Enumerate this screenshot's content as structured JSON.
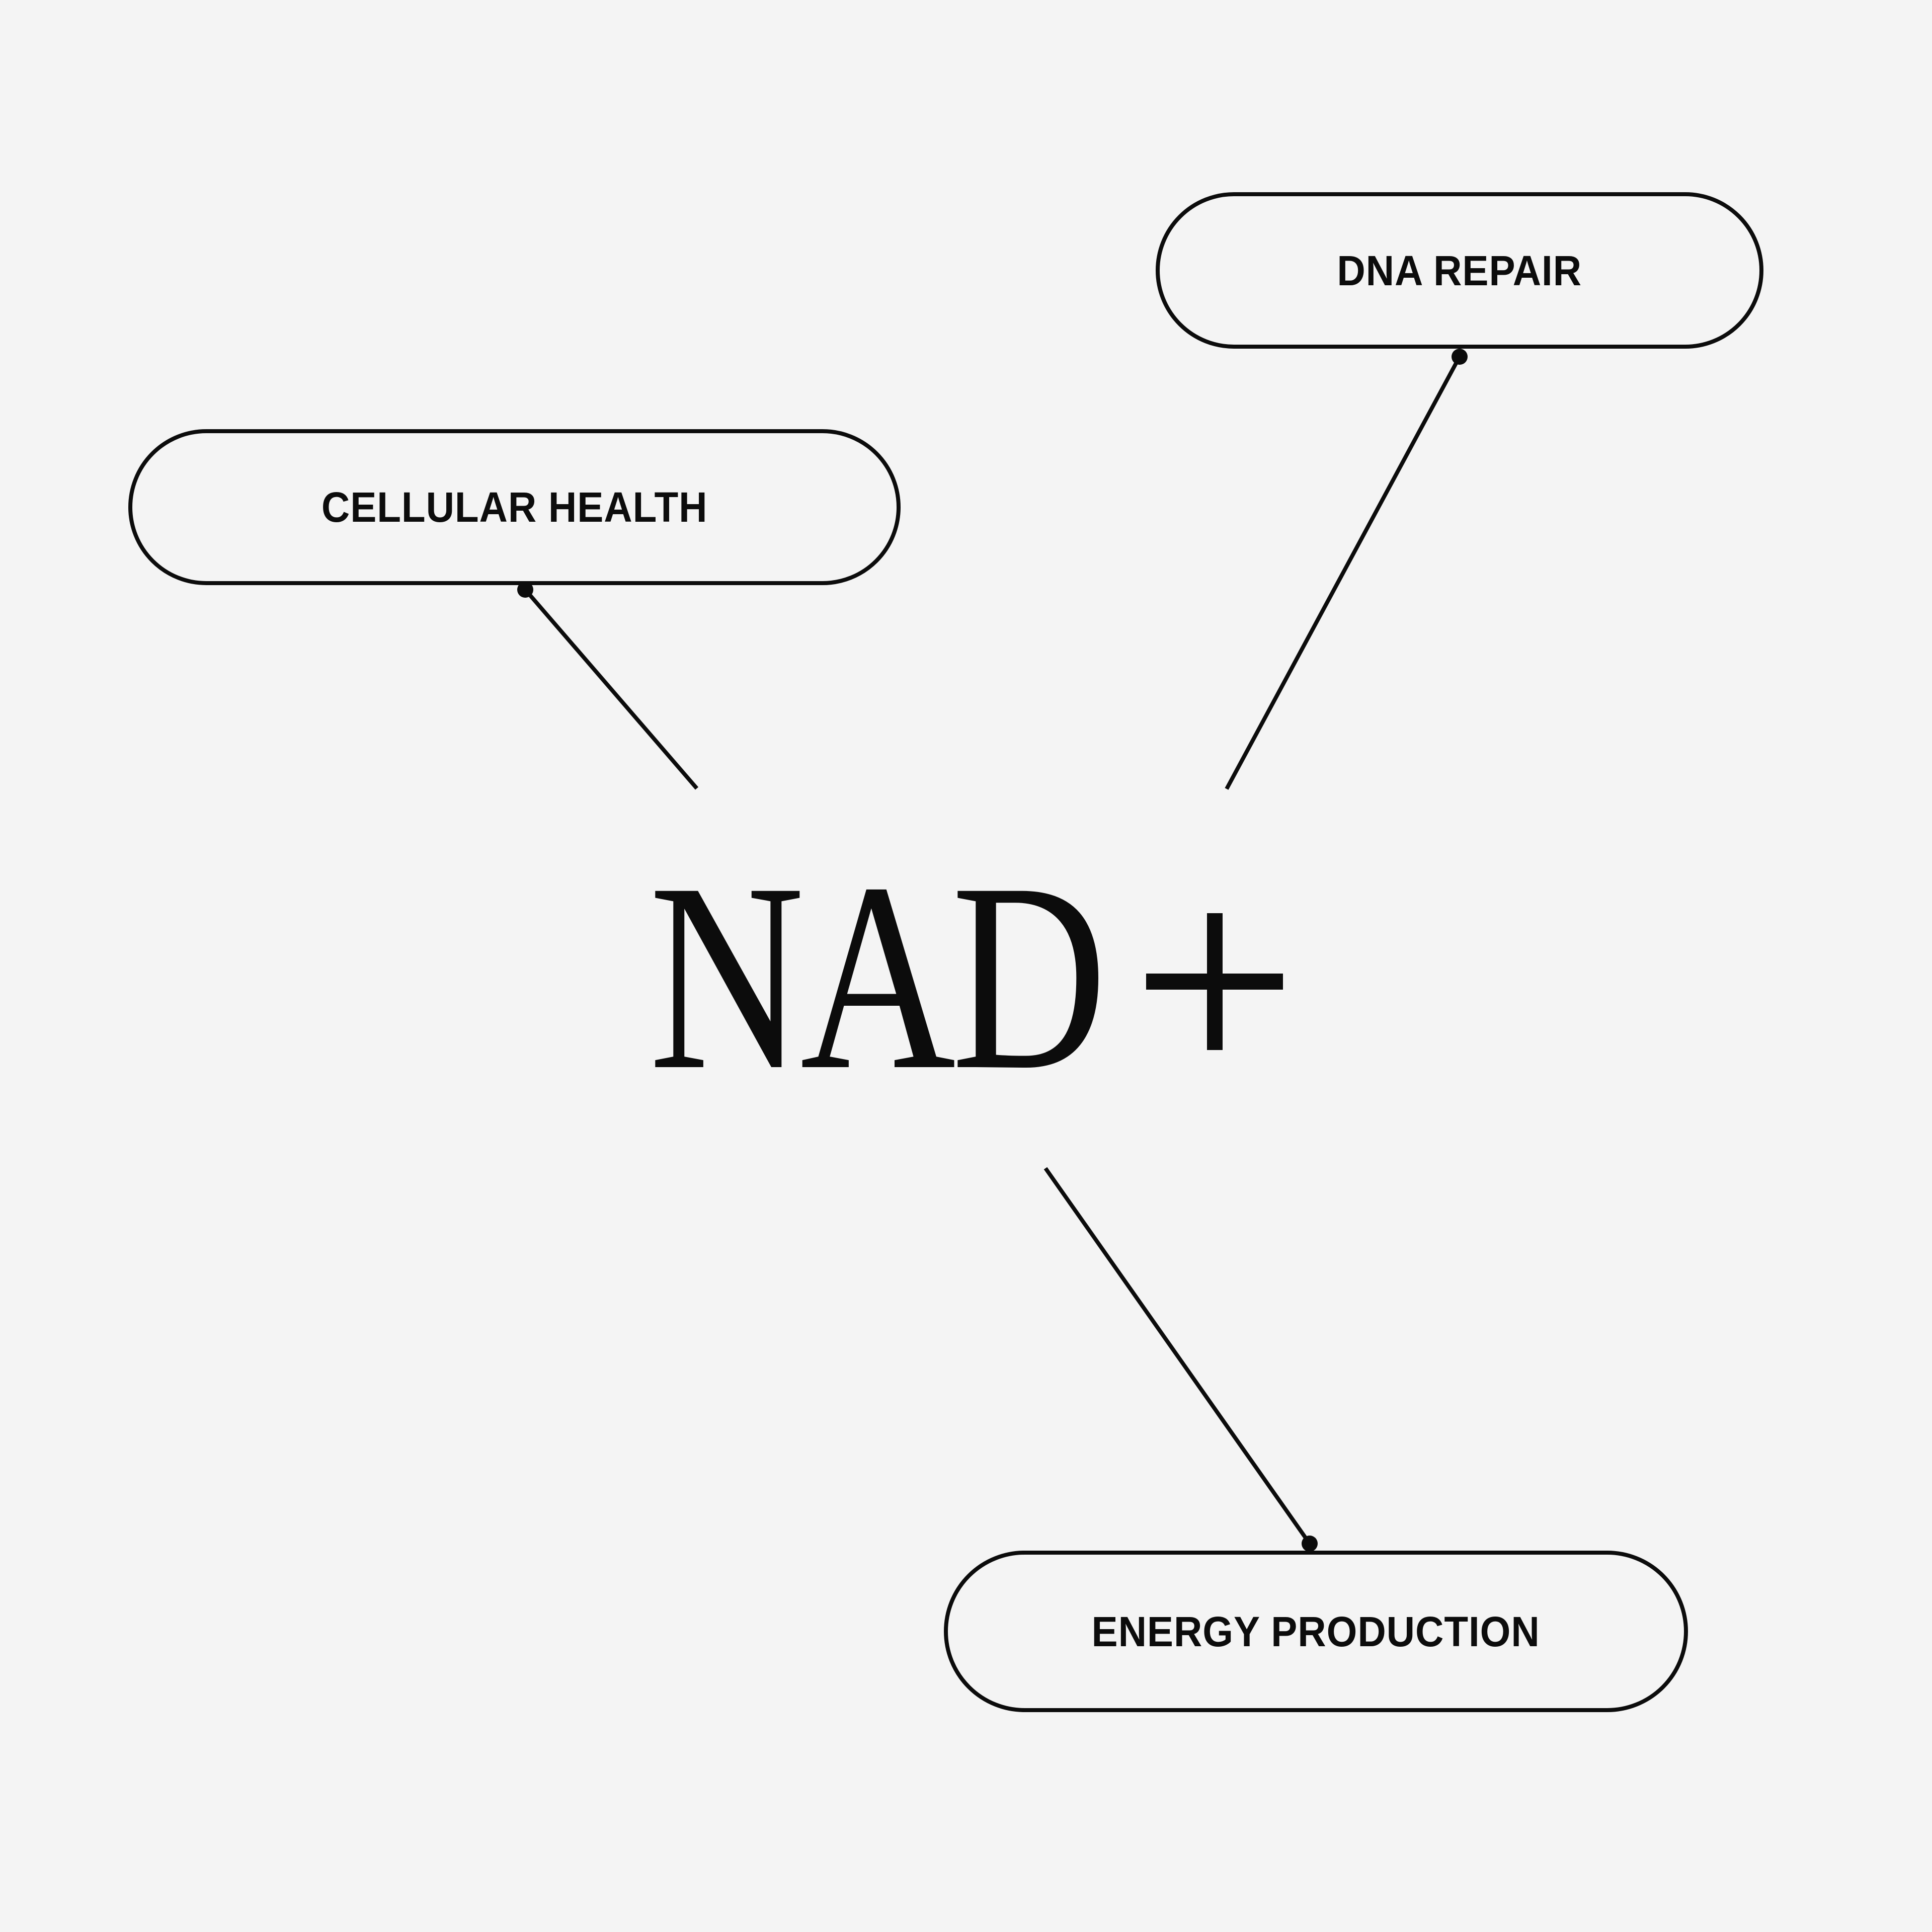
{
  "diagram": {
    "center": {
      "title": "NAD",
      "symbol": "+"
    },
    "nodes": [
      {
        "id": "dna-repair",
        "label": "DNA REPAIR"
      },
      {
        "id": "cellular-health",
        "label": "CELLULAR HEALTH"
      },
      {
        "id": "energy-production",
        "label": "ENERGY PRODUCTION"
      }
    ]
  },
  "theme": {
    "background": "#f4f4f4",
    "ink": "#0c0c0c",
    "node_fill": "#f4f4f4"
  }
}
